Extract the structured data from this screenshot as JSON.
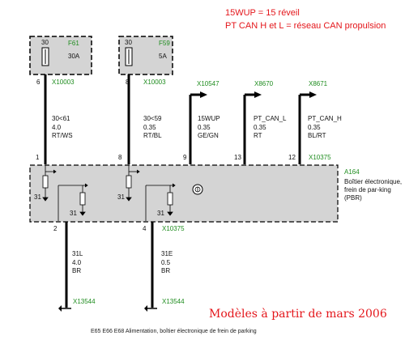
{
  "header_notes": [
    "15WUP = 15 réveil",
    "PT CAN H et L = réseau CAN propulsion"
  ],
  "fuses": [
    {
      "name": "F61",
      "pin": "30",
      "rating": "30A",
      "out_pin": "6",
      "connector": "X10003"
    },
    {
      "name": "F59",
      "pin": "30",
      "rating": "5A",
      "out_pin": "8",
      "connector": "X10003"
    }
  ],
  "wires": [
    {
      "line1": "30<61",
      "line2": "4.0",
      "line3": "RT/WS"
    },
    {
      "line1": "30<59",
      "line2": "0.35",
      "line3": "RT/BL"
    },
    {
      "line1": "15WUP",
      "line2": "0.35",
      "line3": "GE/GN"
    },
    {
      "line1": "PT_CAN_L",
      "line2": "0.35",
      "line3": "RT"
    },
    {
      "line1": "PT_CAN_H",
      "line2": "0.35",
      "line3": "BL/RT"
    }
  ],
  "signal_connectors": [
    "X10547",
    "X8670",
    "X8671"
  ],
  "module_pins_top": [
    "1",
    "8",
    "9",
    "13",
    "12"
  ],
  "module_connector_top": "X10375",
  "module": {
    "id": "A164",
    "description_lines": [
      "Boîtier électronique,",
      "frein de par-king",
      "(PBR)"
    ]
  },
  "internal_labels": [
    "31",
    "31",
    "31",
    "31"
  ],
  "module_pins_bottom": [
    "2",
    "4"
  ],
  "module_connector_bottom": "X10375",
  "ground_wires": [
    {
      "line1": "31L",
      "line2": "4.0",
      "line3": "BR",
      "connector": "X13544"
    },
    {
      "line1": "31E",
      "line2": "0.5",
      "line3": "BR",
      "connector": "X13544"
    }
  ],
  "footer_note": "Modèles à partir de mars 2006",
  "caption": "E65 E66 E68 Alimentation, boîtier électronique de frein de parking",
  "colors": {
    "wire": "#000000",
    "module_fill": "#d4d4d4",
    "connector_green": "#1e8c1e",
    "note_red": "#e4161b"
  }
}
